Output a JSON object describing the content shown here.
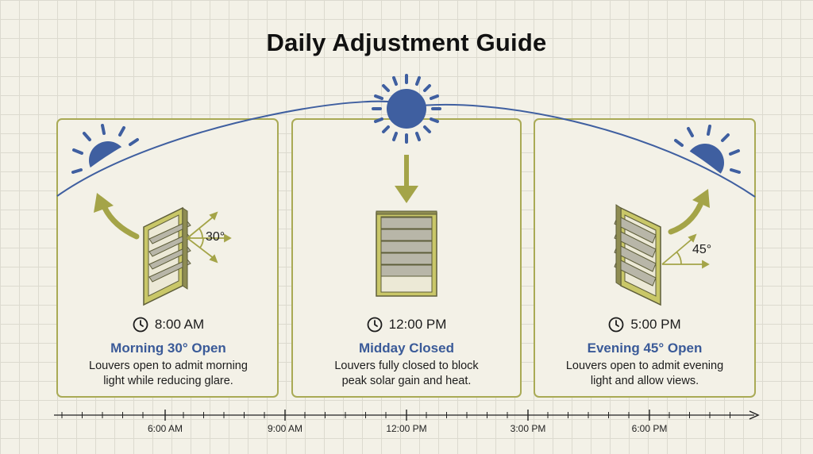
{
  "title": "Daily Adjustment Guide",
  "colors": {
    "panel_border": "#a9aa55",
    "sun": "#3f5fa0",
    "arc": "#3f5fa0",
    "arrow": "#a4a448",
    "frame_outer": "#5e5e3a",
    "frame_inner": "#c9c768",
    "slat": "#b8b6a8",
    "phase_text": "#3a5a98"
  },
  "phases": [
    {
      "time": "8:00 AM",
      "name": "Morning 30° Open",
      "description_line1": "Louvers open to admit morning",
      "description_line2": "light while reducing glare.",
      "angle_label": "30°",
      "louver_angle_deg": 30,
      "icons": [
        "sun-icon",
        "clock-icon",
        "curved-arrow-icon",
        "louver-window-icon"
      ]
    },
    {
      "time": "12:00 PM",
      "name": "Midday Closed",
      "description_line1": "Louvers fully closed to block",
      "description_line2": "peak solar gain and heat.",
      "angle_label": "",
      "louver_angle_deg": 0,
      "icons": [
        "sun-icon",
        "clock-icon",
        "down-arrow-icon",
        "louver-window-icon"
      ]
    },
    {
      "time": "5:00 PM",
      "name": "Evening 45° Open",
      "description_line1": "Louvers open to admit evening",
      "description_line2": "light and allow views.",
      "angle_label": "45°",
      "louver_angle_deg": 45,
      "icons": [
        "sun-icon",
        "clock-icon",
        "curved-arrow-icon",
        "louver-window-icon"
      ]
    }
  ],
  "timeline": {
    "labels": [
      "6:00 AM",
      "9:00 AM",
      "12:00 PM",
      "3:00 PM",
      "6:00 PM"
    ]
  }
}
